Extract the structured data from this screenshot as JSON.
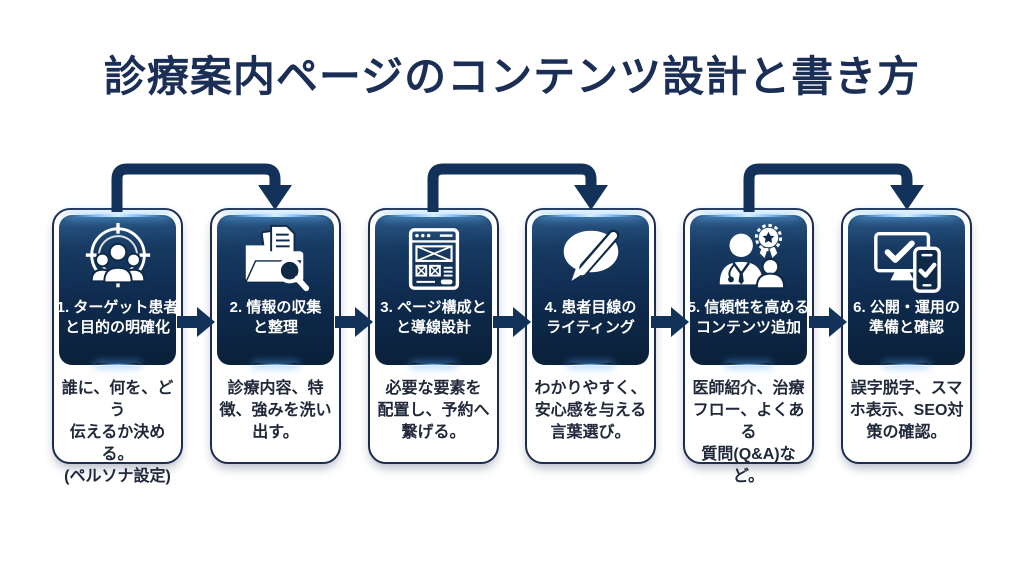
{
  "title": "診療案内ページのコンテンツ設計と書き方",
  "colors": {
    "navy_dark": "#0d2947",
    "panel_top": "#2b5a88",
    "panel_bottom": "#0a2038",
    "arrow": "#13325a",
    "title_text": "#1b2e55",
    "desc_text": "#20283a",
    "glow": "#8cc8ff"
  },
  "steps": [
    {
      "icon": "target-audience-icon",
      "title": "1. ターゲット患者\nと目的の明確化",
      "description": "誰に、何を、どう\n伝えるか決める。\n(ペルソナ設定)"
    },
    {
      "icon": "folder-search-icon",
      "title": "2. 情報の収集\nと整理",
      "description": "診療内容、特\n徴、強みを洗い\n出す。"
    },
    {
      "icon": "page-wireframe-icon",
      "title": "3. ページ構成と\nと導線設計",
      "description": "必要な要素を\n配置し、予約へ\n繋げる。"
    },
    {
      "icon": "writing-speech-icon",
      "title": "4. 患者目線の\nライティング",
      "description": "わかりやすく、\n安心感を与える\n言葉選び。"
    },
    {
      "icon": "doctor-award-icon",
      "title": "5. 信頼性を高める\nコンテンツ追加",
      "description": "医師紹介、治療\nフロー、よくある\n質問(Q&A)など。"
    },
    {
      "icon": "devices-check-icon",
      "title": "6. 公開・運用の\n準備と確認",
      "description": "誤字脱字、スマ\nホ表示、SEO対\n策の確認。"
    }
  ]
}
